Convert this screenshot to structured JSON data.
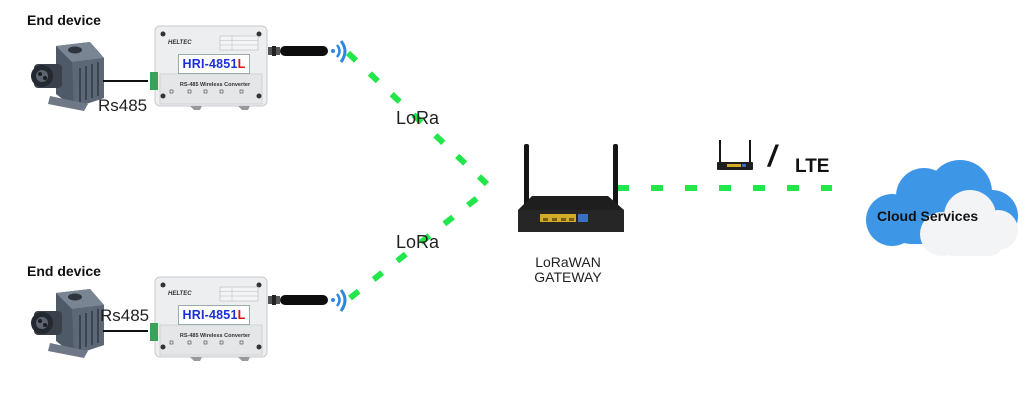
{
  "end_devices": [
    {
      "title": "End device",
      "link_label": "Rs485"
    },
    {
      "title": "End device",
      "link_label": "Rs485"
    }
  ],
  "converters": [
    {
      "model_prefix": "HRI-4851",
      "model_suffix": "L",
      "caption": "RS-485 Wireless Converter",
      "brand": "HELTEC"
    },
    {
      "model_prefix": "HRI-4851",
      "model_suffix": "L",
      "caption": "RS-485 Wireless Converter",
      "brand": "HELTEC"
    }
  ],
  "links": {
    "lora_top": "LoRa",
    "lora_bottom": "LoRa",
    "backhaul_separator": "/",
    "backhaul_alt": "LTE"
  },
  "gateway": {
    "line1": "LoRaWAN",
    "line2": "GATEWAY"
  },
  "cloud": {
    "label": "Cloud Services"
  },
  "colors": {
    "link_dash": "#22e64a",
    "signal": "#2e86de",
    "cloud_blue": "#3d97e6",
    "cloud_white": "#f4f6f8",
    "model_blue": "#1a2fd6",
    "model_red": "#e01010"
  }
}
